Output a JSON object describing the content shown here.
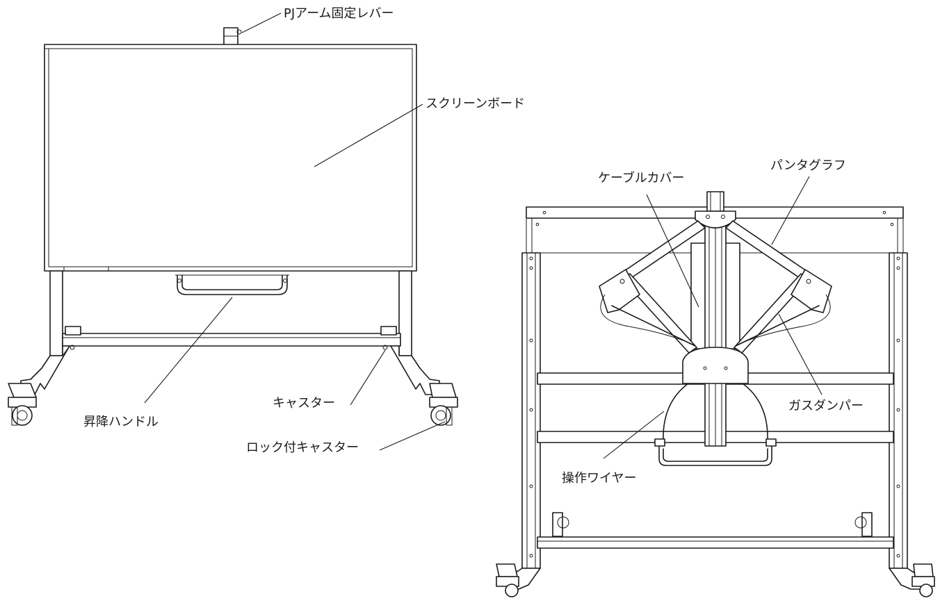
{
  "labels": {
    "pj_arm_lever": "PJアーム固定レバー",
    "screen_board": "スクリーンボード",
    "lift_handle": "昇降ハンドル",
    "caster": "キャスター",
    "lock_caster": "ロック付キャスター",
    "cable_cover": "ケーブルカバー",
    "pantograph": "パンタグラフ",
    "gas_damper": "ガスダンパー",
    "operation_wire": "操作ワイヤー"
  }
}
